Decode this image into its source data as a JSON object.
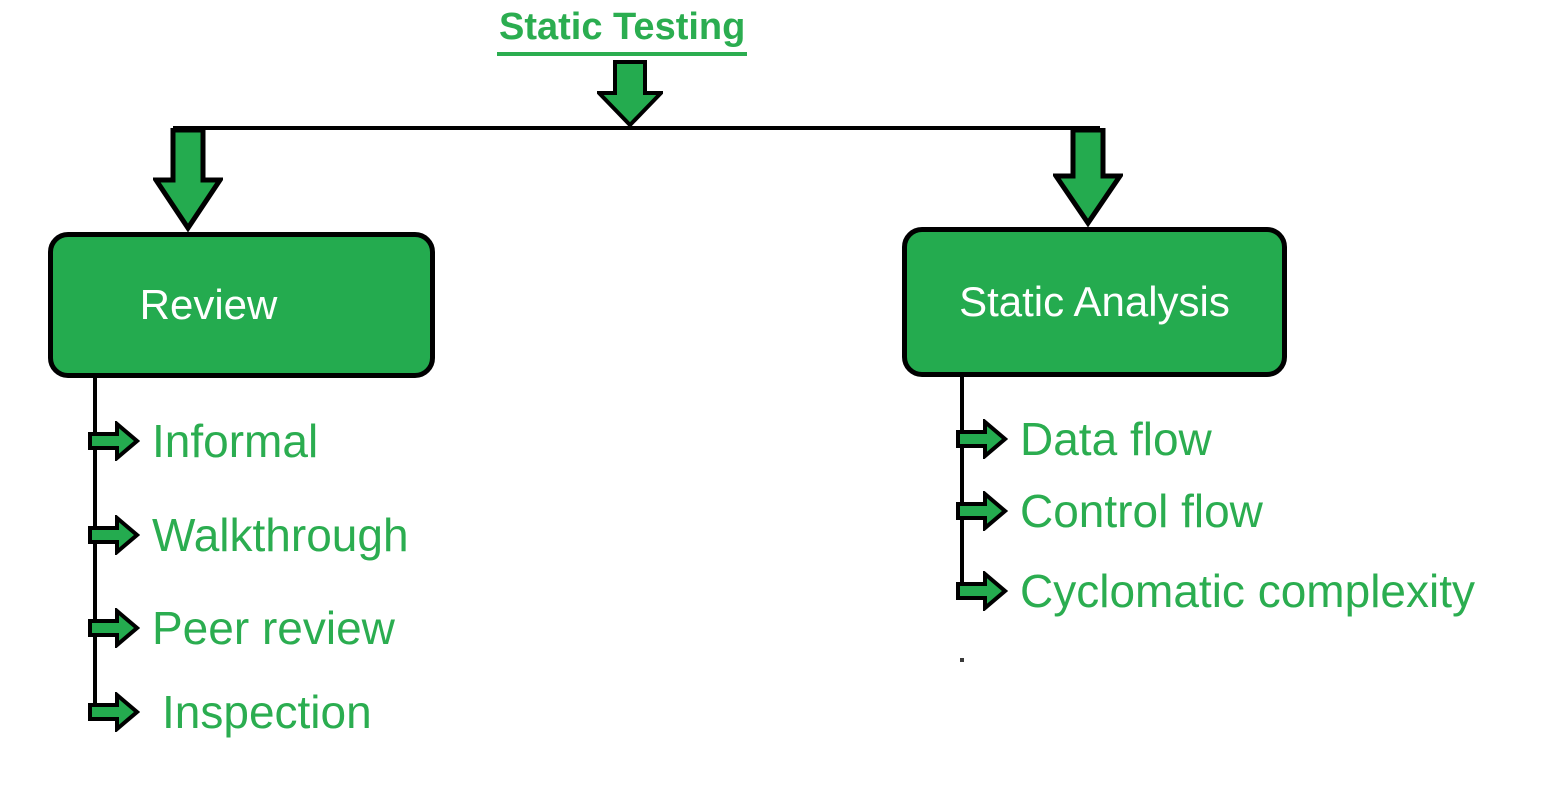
{
  "diagram": {
    "title": "Static Testing",
    "colors": {
      "green_fill": "#24ab4f",
      "green_text": "#2bad50",
      "line_color": "#000000",
      "box_text_color": "#ffffff"
    },
    "branches": [
      {
        "label": "Review",
        "items": [
          "Informal",
          "Walkthrough",
          "Peer review",
          "Inspection"
        ]
      },
      {
        "label": "Static Analysis",
        "items": [
          "Data flow",
          "Control flow",
          "Cyclomatic complexity"
        ]
      }
    ]
  }
}
